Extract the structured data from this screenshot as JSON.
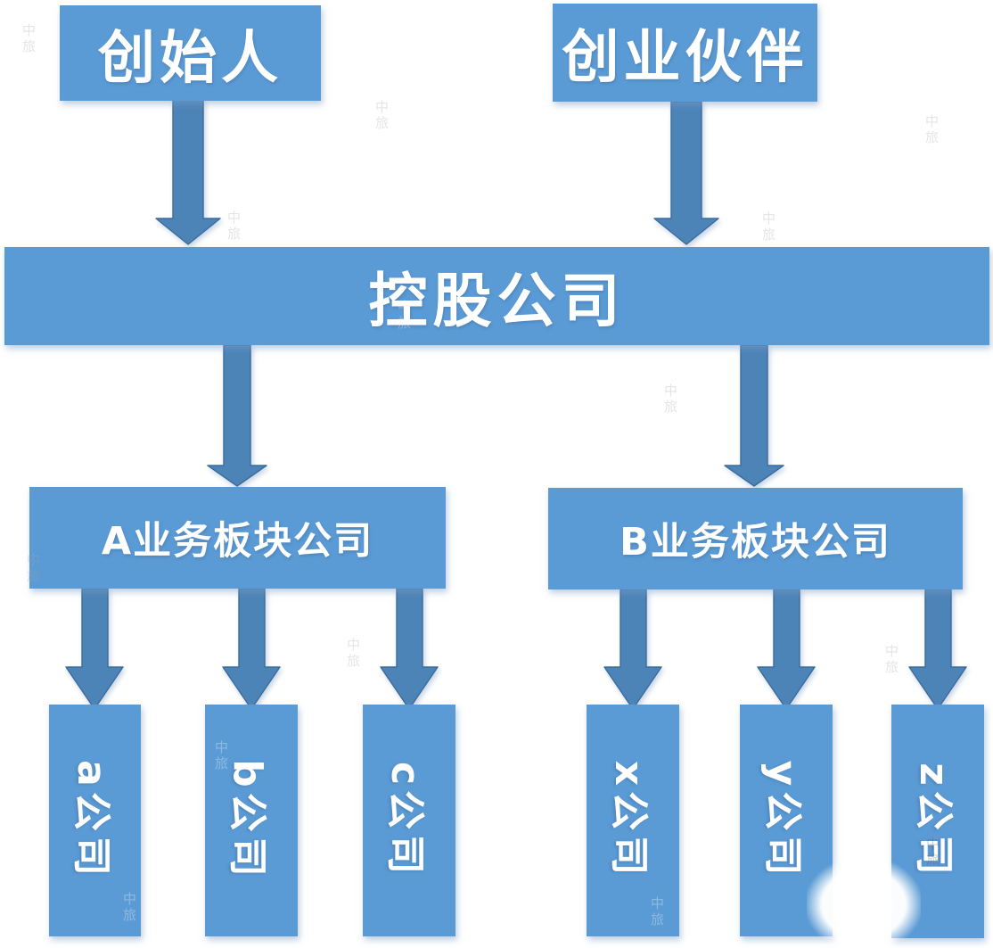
{
  "colors": {
    "background": "#ffffff",
    "node_fill": "#5b9bd5",
    "arrow_fill": "#4d84b8",
    "arrow_outline": "#3c6c9d",
    "label_text": "#ffffff"
  },
  "watermark": {
    "text": "中旅"
  },
  "nodes": {
    "founder": {
      "label": "创始人"
    },
    "partners": {
      "label": "创业伙伴"
    },
    "holding": {
      "label": "控股公司"
    },
    "segment_a": {
      "label": "A业务板块公司"
    },
    "segment_b": {
      "label": "B业务板块公司"
    },
    "company_a": {
      "label": "a公司"
    },
    "company_b": {
      "label": "b公司"
    },
    "company_c": {
      "label": "c公司"
    },
    "company_x": {
      "label": "x公司"
    },
    "company_y": {
      "label": "y公司"
    },
    "company_z": {
      "label": "z公司"
    }
  },
  "edges": [
    {
      "from": "创始人",
      "to": "控股公司"
    },
    {
      "from": "创业伙伴",
      "to": "控股公司"
    },
    {
      "from": "控股公司",
      "to": "A业务板块公司"
    },
    {
      "from": "控股公司",
      "to": "B业务板块公司"
    },
    {
      "from": "A业务板块公司",
      "to": "a公司"
    },
    {
      "from": "A业务板块公司",
      "to": "b公司"
    },
    {
      "from": "A业务板块公司",
      "to": "c公司"
    },
    {
      "from": "B业务板块公司",
      "to": "x公司"
    },
    {
      "from": "B业务板块公司",
      "to": "y公司"
    },
    {
      "from": "B业务板块公司",
      "to": "z公司"
    }
  ]
}
